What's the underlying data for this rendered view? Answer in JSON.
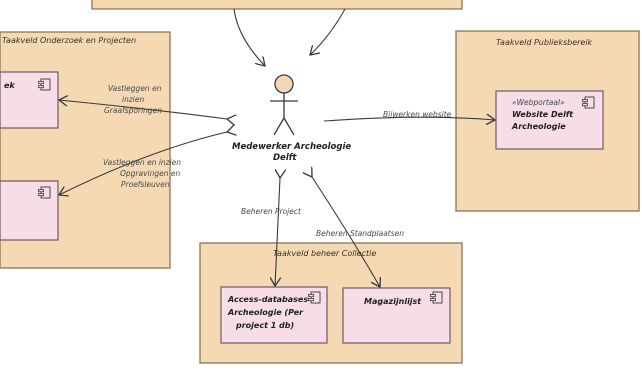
{
  "colors": {
    "package_fill": "#f4d9b3",
    "package_stroke": "#8a7656",
    "component_fill": "#f6dde7",
    "component_stroke": "#6e5a66",
    "actor_head": "#f2d8b8",
    "line": "#3a3a3a"
  },
  "packages": {
    "onderzoek": {
      "title": "Taakveld Onderzoek en Projecten"
    },
    "publieksbereik": {
      "title": "Taakveld Publieksbereik"
    },
    "collectie": {
      "title": "Taakveld beheer Collectie"
    }
  },
  "components": {
    "left_top": {
      "name": "ek"
    },
    "left_bottom": {
      "name": ""
    },
    "website": {
      "stereotype": "«Webportaal»",
      "name_line1": "Website Delft",
      "name_line2": "Archeologie"
    },
    "access_db": {
      "name_line1": "Access-databases",
      "name_line2": "Archeologie (Per",
      "name_line3": "project 1 db)"
    },
    "magazijnlijst": {
      "name": "Magazijnlijst"
    }
  },
  "actor": {
    "name_line1": "Medewerker Archeologie",
    "name_line2": "Delft",
    "icon": "stick-figure-actor"
  },
  "relations": {
    "vastleggen_graafsporen": {
      "line1": "Vastleggen en",
      "line2": "inzien",
      "line3": "Graafsporingen"
    },
    "vastleggen_opgravingen": {
      "line1": "Vastleggen en inzien",
      "line2": "Opgravingen en",
      "line3": "Proefsleuven"
    },
    "bijwerken_website": {
      "label": "Bijwerken website"
    },
    "beheren_project": {
      "label": "Beheren Project"
    },
    "beheren_standplaatsen": {
      "label": "Beheren Standplaatsen"
    }
  }
}
